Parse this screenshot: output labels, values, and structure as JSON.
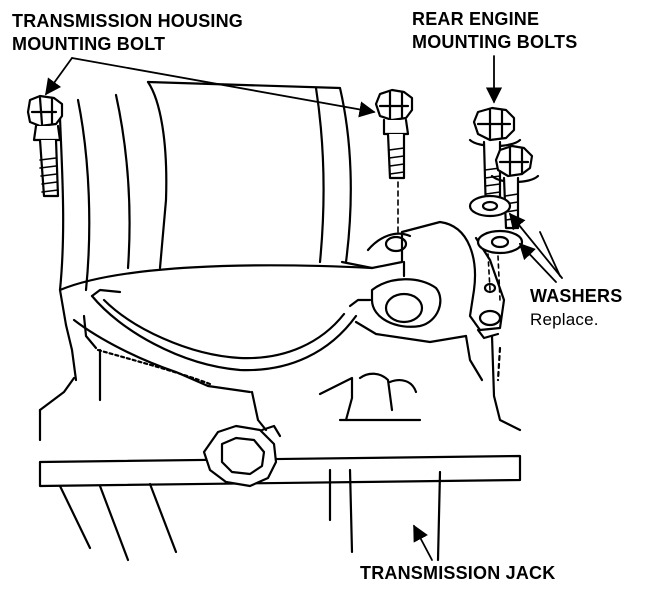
{
  "labels": {
    "housing_bolt": {
      "line1": "TRANSMISSION HOUSING",
      "line2": "MOUNTING BOLT"
    },
    "rear_bolts": {
      "line1": "REAR ENGINE",
      "line2": "MOUNTING BOLTS"
    },
    "washers": {
      "title": "WASHERS",
      "note": "Replace."
    },
    "jack": {
      "title": "TRANSMISSION JACK"
    }
  },
  "colors": {
    "ink": "#000000",
    "paper": "#ffffff"
  }
}
